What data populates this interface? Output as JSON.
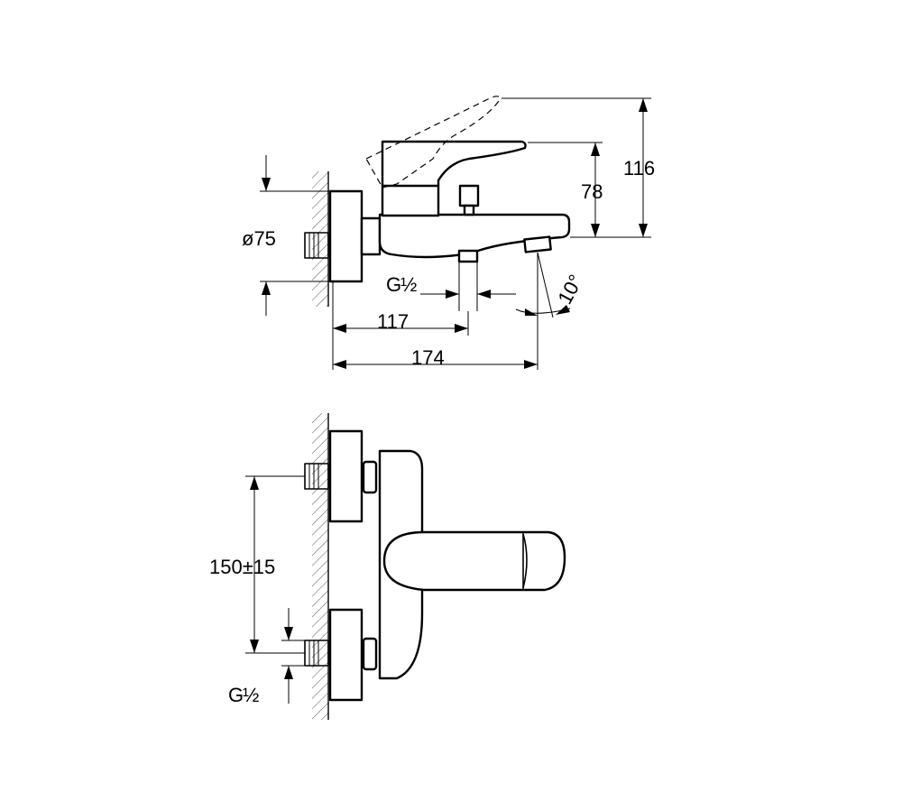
{
  "side_view": {
    "dim_height_total": "116",
    "dim_height_spout": "78",
    "dim_diameter": "ø75",
    "dim_thread": "G",
    "dim_thread_fraction": "½",
    "dim_117": "117",
    "dim_174": "174",
    "dim_angle": "10°"
  },
  "top_view": {
    "dim_spacing": "150±15",
    "dim_thread": "G",
    "dim_thread_fraction": "½"
  }
}
